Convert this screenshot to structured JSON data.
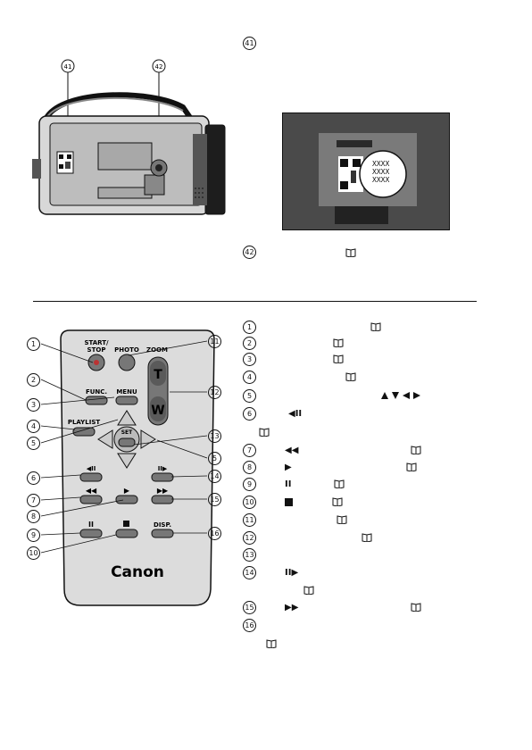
{
  "top": {
    "callout_41_label": "41",
    "callout_42_label": "42",
    "closeup_text": [
      "XXXX",
      "XXXX",
      "XXXX"
    ]
  },
  "remote": {
    "brand": "Canon",
    "buttons": {
      "start_stop": "START/\nSTOP",
      "photo": "PHOTO",
      "zoom": "ZOOM",
      "zoom_t": "T",
      "zoom_w": "W",
      "func": "FUNC.",
      "menu": "MENU",
      "playlist": "PLAYLIST",
      "set": "SET",
      "disp": "DISP."
    }
  },
  "callouts": [
    "1",
    "2",
    "3",
    "4",
    "5",
    "6",
    "7",
    "8",
    "9",
    "10",
    "11",
    "12",
    "13",
    "14",
    "5",
    "15",
    "16"
  ],
  "legend": [
    {
      "num": "1"
    },
    {
      "num": "2"
    },
    {
      "num": "3"
    },
    {
      "num": "4"
    },
    {
      "num": "5"
    },
    {
      "num": "6"
    },
    {
      "num": "7"
    },
    {
      "num": "8"
    },
    {
      "num": "9"
    },
    {
      "num": "10"
    },
    {
      "num": "11"
    },
    {
      "num": "12"
    },
    {
      "num": "13"
    },
    {
      "num": "14"
    },
    {
      "num": "15"
    },
    {
      "num": "16"
    }
  ]
}
